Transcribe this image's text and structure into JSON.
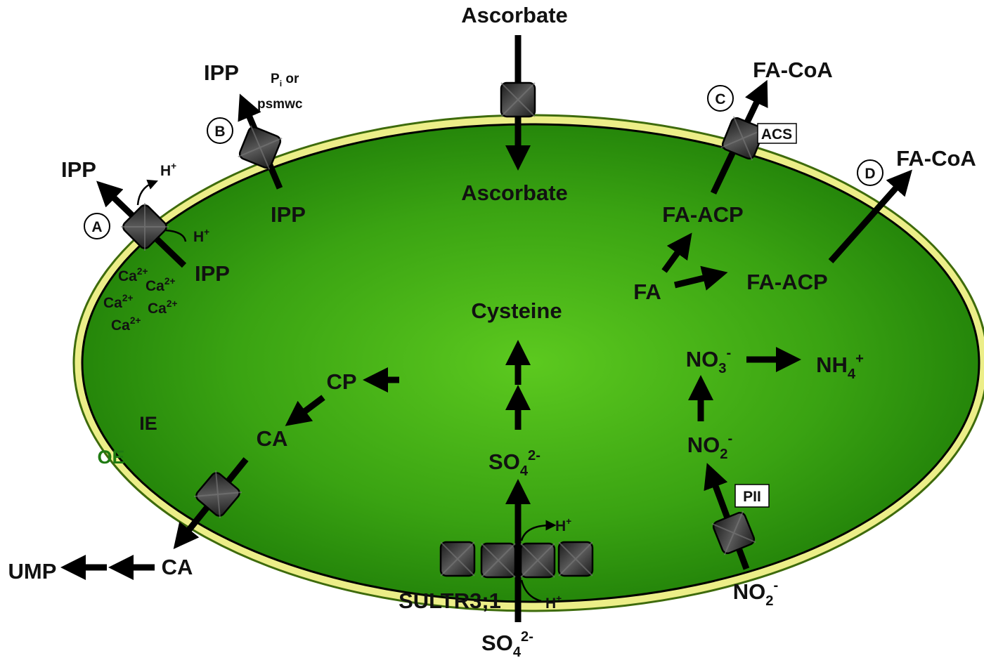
{
  "labels": {
    "ascorbate_out": "Ascorbate",
    "ascorbate_in": "Ascorbate",
    "ipp_b_out": "IPP",
    "pi_or": "P",
    "pi_sub": "i",
    "pi_or_tail": " or",
    "psmwc": "psmwc",
    "ipp_b_in": "IPP",
    "ipp_a_out": "IPP",
    "h_plus_a_out": "H",
    "h_plus_a_in": "H",
    "ipp_a_in": "IPP",
    "ca2": "Ca",
    "ca2_sup": "2+",
    "fa_coa_c": "FA-CoA",
    "acs": "ACS",
    "fa_coa_d": "FA-CoA",
    "fa_acp_top": "FA-ACP",
    "fa_acp_right": "FA-ACP",
    "fa": "FA",
    "cysteine": "Cysteine",
    "no3": "NO",
    "no3_sub": "3",
    "no3_sup": "-",
    "nh4": "NH",
    "nh4_sub": "4",
    "nh4_sup": "+",
    "no2_in": "NO",
    "no2_in_sub": "2",
    "no2_in_sup": "-",
    "pii": "PII",
    "no2_out": "NO",
    "no2_out_sub": "2",
    "no2_out_sup": "-",
    "cp": "CP",
    "ca_in": "CA",
    "ca_out": "CA",
    "ump": "UMP",
    "ie": "IE",
    "oe": "OE",
    "so4_in": "SO",
    "so4_in_sub": "4",
    "so4_in_sup": "2-",
    "so4_out": "SO",
    "so4_out_sub": "4",
    "so4_out_sup": "2-",
    "h_plus_sultr_out": "H",
    "h_plus_sultr_in": "H",
    "plus": "+",
    "sultr": "SULTR3;1"
  },
  "markers": {
    "a": "A",
    "b": "B",
    "c": "C",
    "d": "D"
  },
  "colors": {
    "stroma_center": "#5cc91f",
    "stroma_edge": "#1f7e08",
    "envelope_outer": "#ecee88",
    "envelope_line": "#3e6b0c",
    "transporter": "#333333",
    "oe_label": "#1f7a12"
  }
}
